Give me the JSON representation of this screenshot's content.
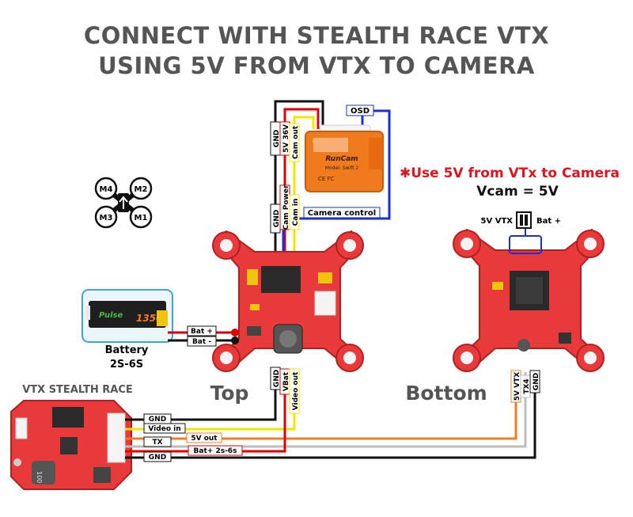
{
  "title": {
    "line1": "CONNECT WITH STEALTH RACE VTX",
    "line2": "USING 5V FROM VTX TO CAMERA"
  },
  "camera": {
    "brand": "RunCam",
    "model": "Model: Swift 2",
    "wires_top": [
      "GND",
      "5V 36V",
      "Cam out"
    ],
    "osd_label": "OSD",
    "camera_control_label": "Camera control"
  },
  "fc_top_pads": [
    "GND",
    "Cam Power",
    "Cam in"
  ],
  "note": {
    "line1": "✱Use 5V from VTx to Camera",
    "line2": "Vcam = 5V"
  },
  "jumper": {
    "left_label": "5V VTX",
    "right_label": "Bat +"
  },
  "motors": {
    "m1": "M1",
    "m2": "M2",
    "m3": "M3",
    "m4": "M4"
  },
  "battery": {
    "brand": "Pulse",
    "capacity": "1350",
    "label_line1": "Battery",
    "label_line2": "2S-6S",
    "bat_plus": "Bat +",
    "bat_minus": "Bat -"
  },
  "board_labels": {
    "top": "Top",
    "bottom": "Bottom"
  },
  "fc_bottom_pads": [
    "GND",
    "VBat",
    "Video out"
  ],
  "fc_right_pads": [
    "5V VTX",
    "TX4",
    "GND"
  ],
  "vtx": {
    "title": "VTX STEALTH RACE",
    "pads": [
      "GND",
      "Video in",
      "5V out",
      "TX",
      "Bat+ 2s-6s",
      "GND"
    ],
    "coil_label": "100"
  },
  "colors": {
    "wire_black": "#111111",
    "wire_red": "#e00000",
    "wire_yellow": "#f5e400",
    "wire_blue": "#1a2fd6",
    "wire_orange": "#f07c28",
    "wire_gray": "#bdbdbd",
    "board_red": "#e83a3a",
    "camera_orange": "#f07a1e",
    "note_red": "#e0141e"
  }
}
